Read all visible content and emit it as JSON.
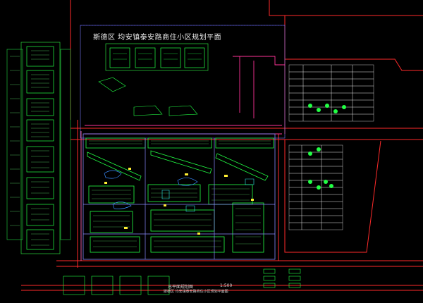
{
  "drawing": {
    "title": "斯德区 均安镇泰安路商住小区规划平面",
    "bottom_title": "总平面规划图",
    "bottom_scale": "1:500",
    "bottom_subtitle": "斯德区 均安镇泰安路商住小区规划平面图",
    "colors": {
      "background": "#000000",
      "boundary": "#ff2a2a",
      "road": "#ff3399",
      "building": "#22ff44",
      "road_edge": "#8a8aff",
      "grid": "#d0d0ff",
      "text": "#e8e8e8",
      "water": "#3a8cff",
      "highlight": "#ffee33"
    }
  }
}
